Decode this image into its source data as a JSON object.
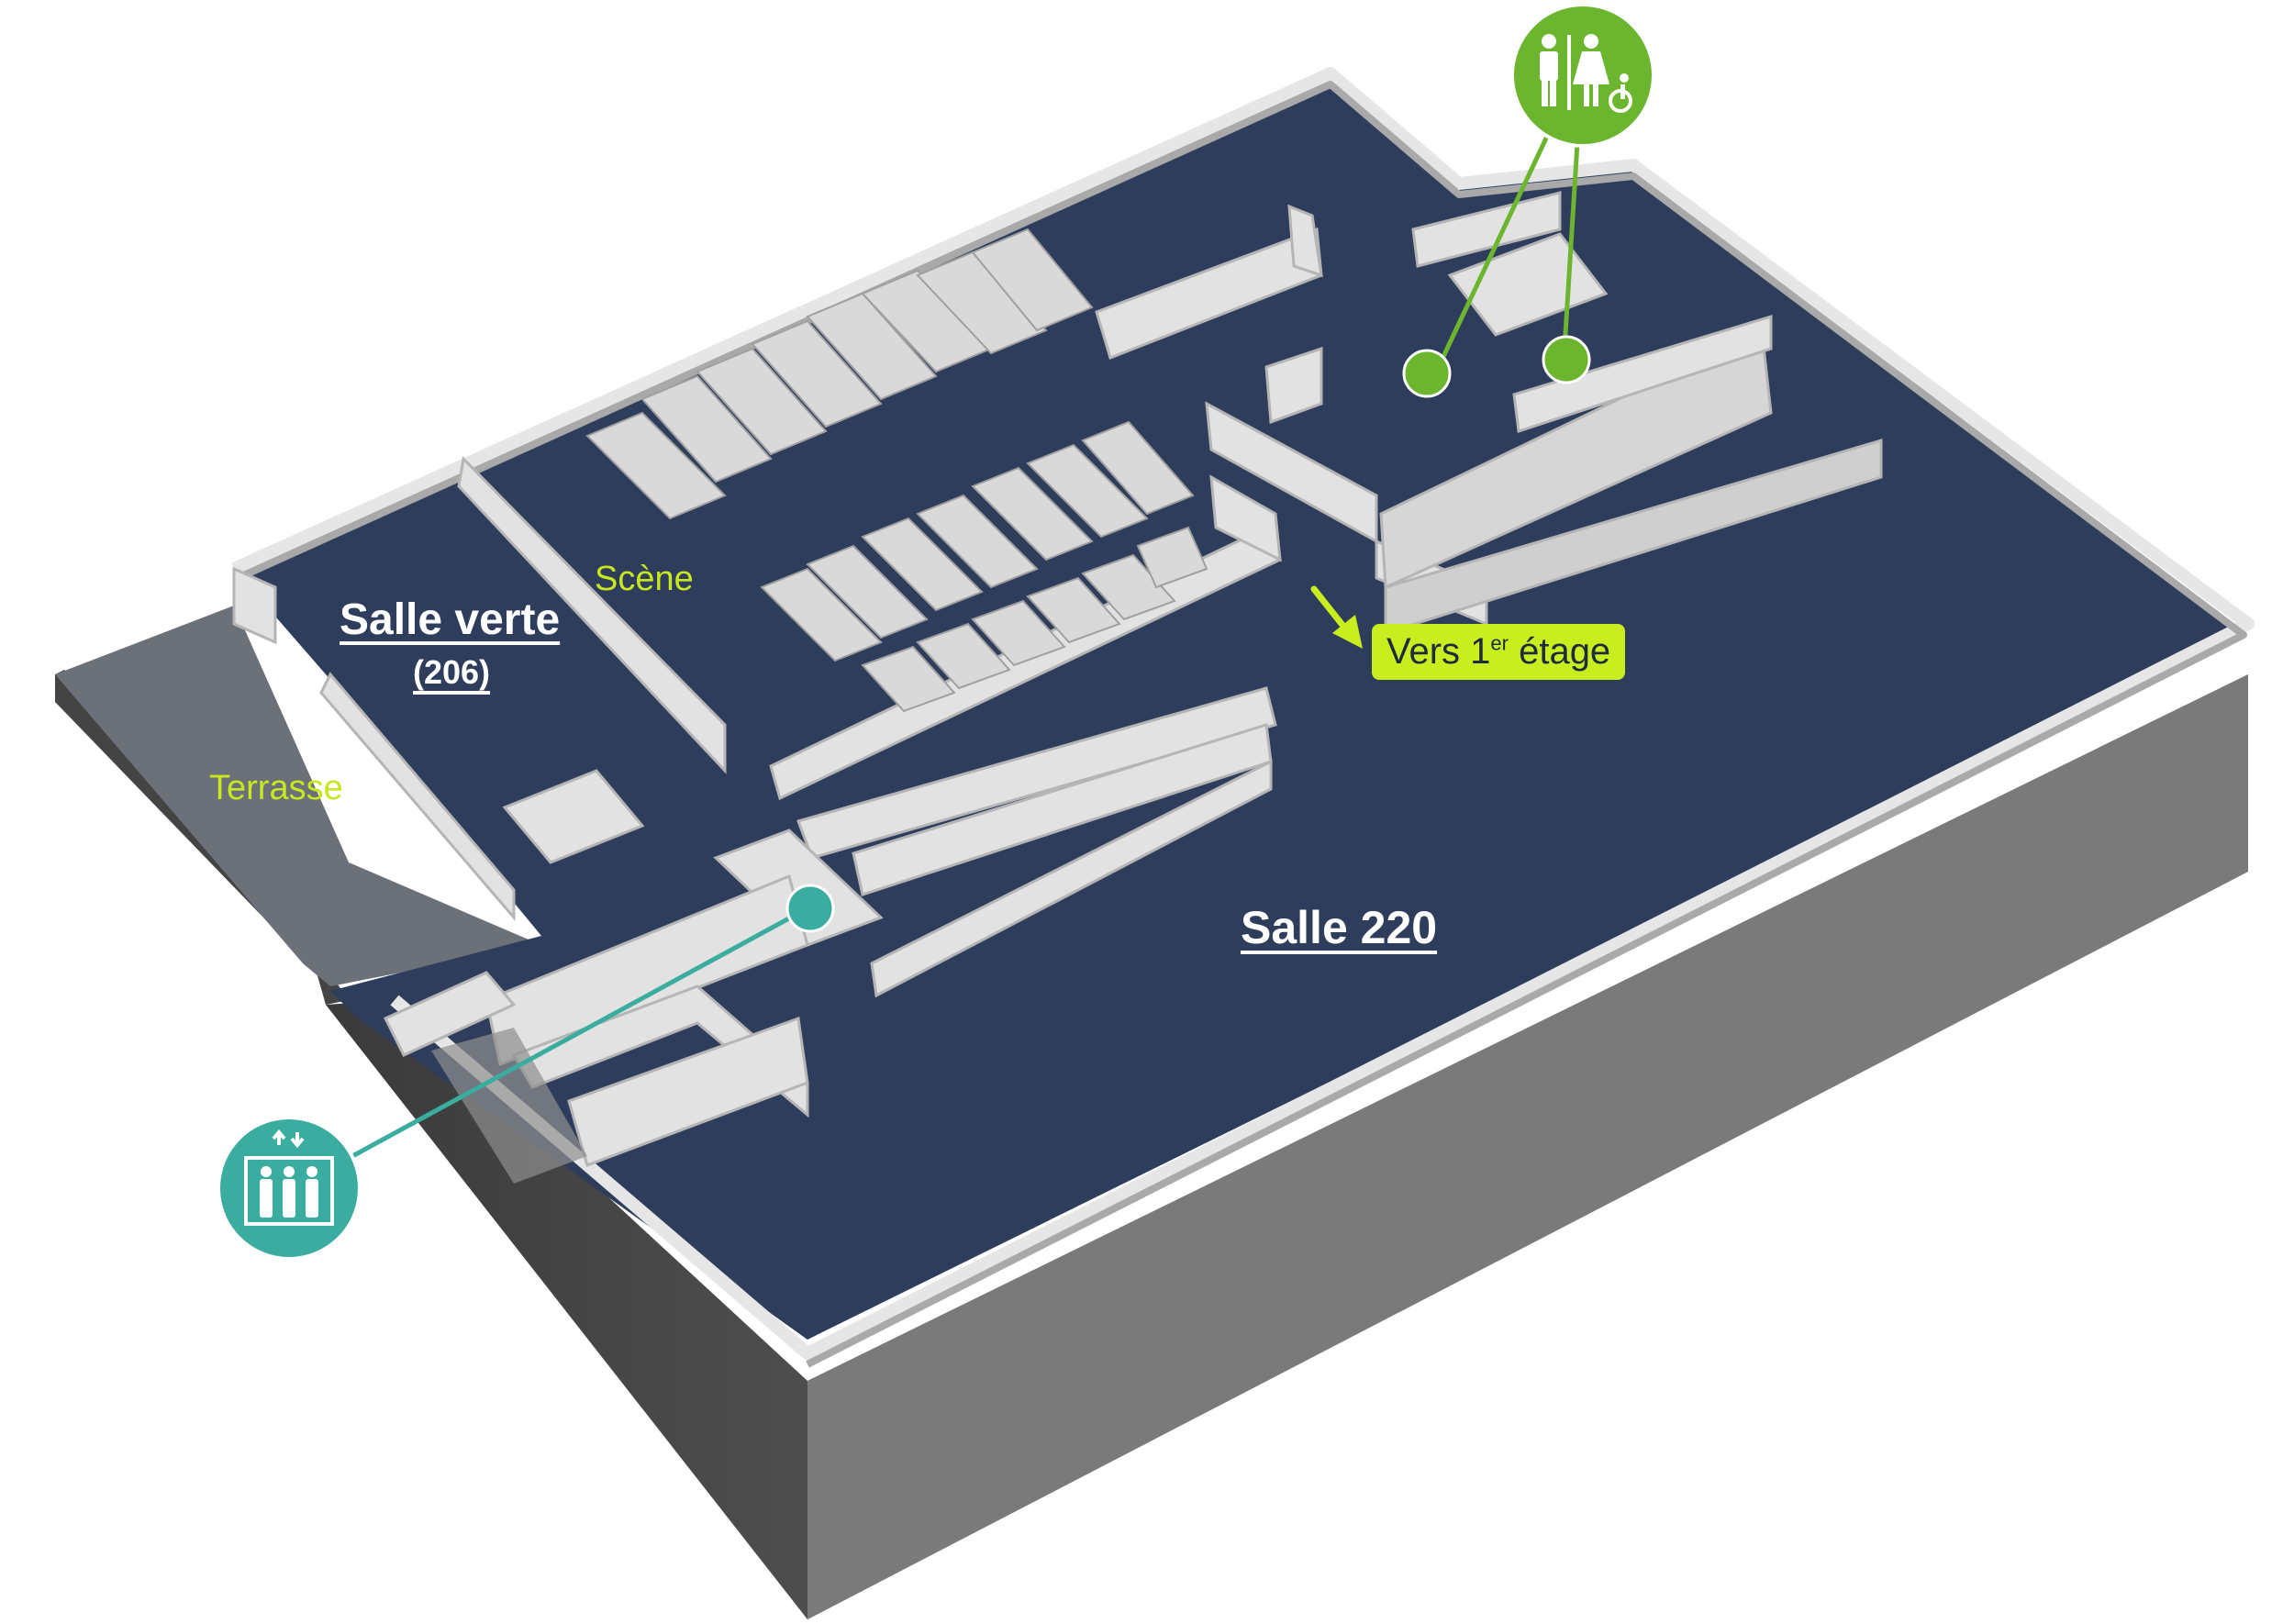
{
  "labels": {
    "salle_verte": "Salle verte",
    "salle_verte_num": "(206)",
    "scene": "Scène",
    "terrasse": "Terrasse",
    "salle_220": "Salle 220",
    "stairs_prefix": "Vers 1",
    "stairs_sup": "er",
    "stairs_suffix": " étage"
  },
  "icons": {
    "restroom": "restroom-accessible-icon",
    "elevator": "elevator-icon",
    "arrow": "arrow-down-right-icon"
  },
  "colors": {
    "floor": "#2e3d5c",
    "floor_dark": "#25324d",
    "wall_top": "#e3e3e3",
    "wall_side": "#b9b9b9",
    "outer_side": "#5a5a5a",
    "terrace": "#6c7079",
    "accent_green": "#6cb52e",
    "accent_teal": "#3aada0",
    "label_yellow": "#c7e81e"
  }
}
